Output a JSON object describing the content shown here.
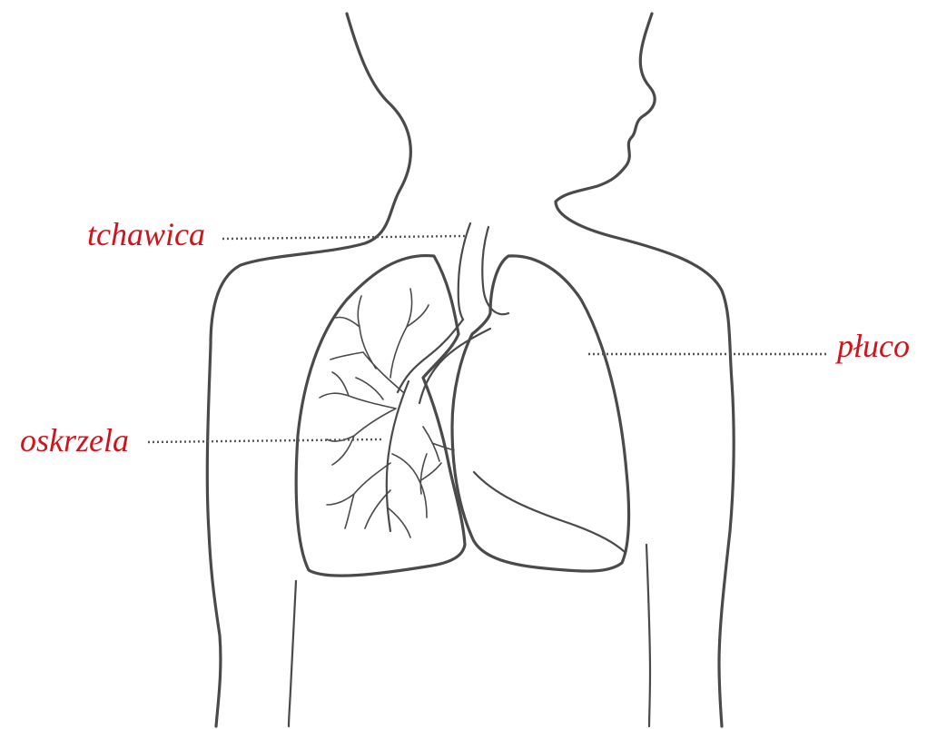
{
  "labels": {
    "trachea": "tchawica",
    "lung": "płuco",
    "bronchi": "oskrzela"
  },
  "colors": {
    "label": "#d0141c",
    "line_art": "#4a4a4a",
    "background": "#ffffff"
  }
}
